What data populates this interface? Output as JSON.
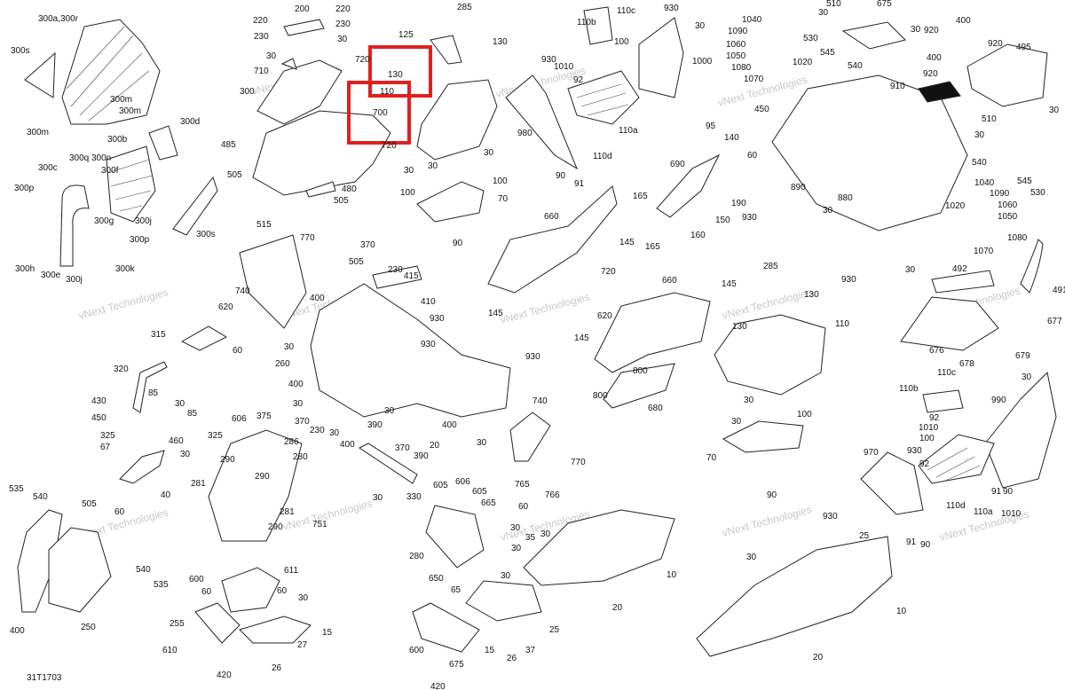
{
  "diagram": {
    "code": "31T1703",
    "watermark": "vNext Technologies",
    "highlight_color": "#e02020",
    "callouts": {
      "c300ar": "300a,300r",
      "c300s_a": "300s",
      "c300m_a": "300m",
      "c300m_b": "300m",
      "c300d": "300d",
      "c300b": "300b",
      "c300c": "300c",
      "c300q": "300q",
      "c300n": "300n",
      "c300f": "300f",
      "c300p_a": "300p",
      "c300g": "300g",
      "c300j_a": "300j",
      "c300p_b": "300p",
      "c300k": "300k",
      "c300h": "300h",
      "c300e": "300e",
      "c300j_b": "300j",
      "c300s_b": "300s",
      "c220a": "220",
      "c200": "200",
      "c220b": "220",
      "c230a": "230",
      "c230b": "230",
      "c30a": "30",
      "c30b": "30",
      "c710": "710",
      "c720a": "720",
      "c300": "300",
      "c700": "700",
      "c110a": "110",
      "c130a": "130",
      "c125": "125",
      "c285a": "285",
      "c130b": "130",
      "c485": "485",
      "c505a": "505",
      "c480": "480",
      "c505b": "505",
      "c515": "515",
      "c720b": "720",
      "c30c": "30",
      "c100a": "100",
      "c30d": "30",
      "c30e": "30",
      "c100b": "100",
      "c70a": "70",
      "c90a": "90",
      "c110b_a": "110b",
      "c110c_a": "110c",
      "c930a": "930",
      "c1000": "1000",
      "c100c": "100",
      "c1010a": "1010",
      "c92a": "92",
      "c110a_a": "110a",
      "c110d_a": "110d",
      "c980": "980",
      "c90b": "90",
      "c91a": "91",
      "c30f": "30",
      "c1040a": "1040",
      "c1090a": "1090",
      "c1060a": "1060",
      "c1050a": "1050",
      "c1080a": "1080",
      "c1070a": "1070",
      "c1020a": "1020",
      "c95": "95",
      "c140": "140",
      "c690": "690",
      "c60a": "60",
      "c165a": "165",
      "c190": "190",
      "c930b": "930",
      "c150": "150",
      "c165b": "165",
      "c160": "160",
      "c510a": "510",
      "c675a": "675",
      "c530a": "530",
      "c545a": "545",
      "c540a": "540",
      "c920a": "920",
      "c400a": "400",
      "c920b": "920",
      "c495": "495",
      "c910": "910",
      "c450": "450",
      "c510b": "510",
      "c540b": "540",
      "c545b": "545",
      "c530b": "530",
      "c890": "890",
      "c880": "880",
      "c30g": "30",
      "c930c": "930",
      "c30h": "30",
      "c1040b": "1040",
      "c1090b": "1090",
      "c1060b": "1060",
      "c1050b": "1050",
      "c1080b": "1080",
      "c1070b": "1070",
      "c1020b": "1020",
      "c492": "492",
      "c491": "491",
      "c677": "677",
      "c676": "676",
      "c678": "678",
      "c679": "679",
      "c660a": "660",
      "c145a": "145",
      "c720c": "720",
      "c145b": "145",
      "c620a": "620",
      "c660b": "660",
      "c145c": "145",
      "c285b": "285",
      "c130c": "130",
      "c110b": "110",
      "c130d": "130",
      "c145d": "145",
      "c800a": "800",
      "c800b": "800",
      "c680": "680",
      "c30i": "30",
      "c100d": "100",
      "c30j": "30",
      "c70b": "70",
      "c90c": "90",
      "c740a": "740",
      "c770a": "770",
      "c765": "765",
      "c766": "766",
      "c30k": "30",
      "c110c_b": "110c",
      "c110b_b": "110b",
      "c990": "990",
      "c92b": "92",
      "c1010b": "1010",
      "c100e": "100",
      "c970": "970",
      "c930d": "930",
      "c92c": "92",
      "c110d_b": "110d",
      "c110a_b": "110a",
      "c91b": "91",
      "c90d": "90",
      "c1010c": "1010",
      "c740b": "740",
      "c770b": "770",
      "c400b": "400",
      "c370a": "370",
      "c505c": "505",
      "c230c": "230",
      "c415": "415",
      "c410": "410",
      "c930e": "930",
      "c30l": "30",
      "c260": "260",
      "c400c": "400",
      "c30m": "30",
      "c370b": "370",
      "c230d": "230",
      "c30n": "30",
      "c400d": "400",
      "c390a": "390",
      "c390b": "390",
      "c370c": "370",
      "c20a": "20",
      "c30o": "30",
      "c330": "330",
      "c400e": "400",
      "c930f": "930",
      "c930g": "930",
      "c30p": "30",
      "c620b": "620",
      "c315": "315",
      "c60b": "60",
      "c320": "320",
      "c85a": "85",
      "c430": "430",
      "c30q": "30",
      "c450b": "450",
      "c85b": "85",
      "c325a": "325",
      "c67": "67",
      "c460": "460",
      "c30r": "30",
      "c40": "40",
      "c60c": "60",
      "c606": "606",
      "c375": "375",
      "c325b": "325",
      "c286": "286",
      "c290a": "290",
      "c280a": "280",
      "c281a": "281",
      "c290b": "290",
      "c281b": "281",
      "c290c": "290",
      "c751": "751",
      "c535a": "535",
      "c540c": "540",
      "c505d": "505",
      "c540d": "540",
      "c535b": "535",
      "c250": "250",
      "c400f": "400",
      "c605a": "605",
      "c606b": "606",
      "c605b": "605",
      "c665": "665",
      "c60d": "60",
      "c280b": "280",
      "c650": "650",
      "c30s": "30",
      "c35": "35",
      "c30t": "30",
      "c10a": "10",
      "c65": "65",
      "c20b": "20",
      "c600a": "600",
      "c611": "611",
      "c60e": "60",
      "c60f": "60",
      "c30u": "30",
      "c255": "255",
      "c15a": "15",
      "c610": "610",
      "c27": "27",
      "c420a": "420",
      "c26a": "26",
      "c600b": "600",
      "c675b": "675",
      "c420b": "420",
      "c15b": "15",
      "c25a": "25",
      "c26b": "26",
      "c37": "37",
      "c930h": "930",
      "c25b": "25",
      "c30v": "30",
      "c10b": "10",
      "c20c": "20"
    }
  }
}
